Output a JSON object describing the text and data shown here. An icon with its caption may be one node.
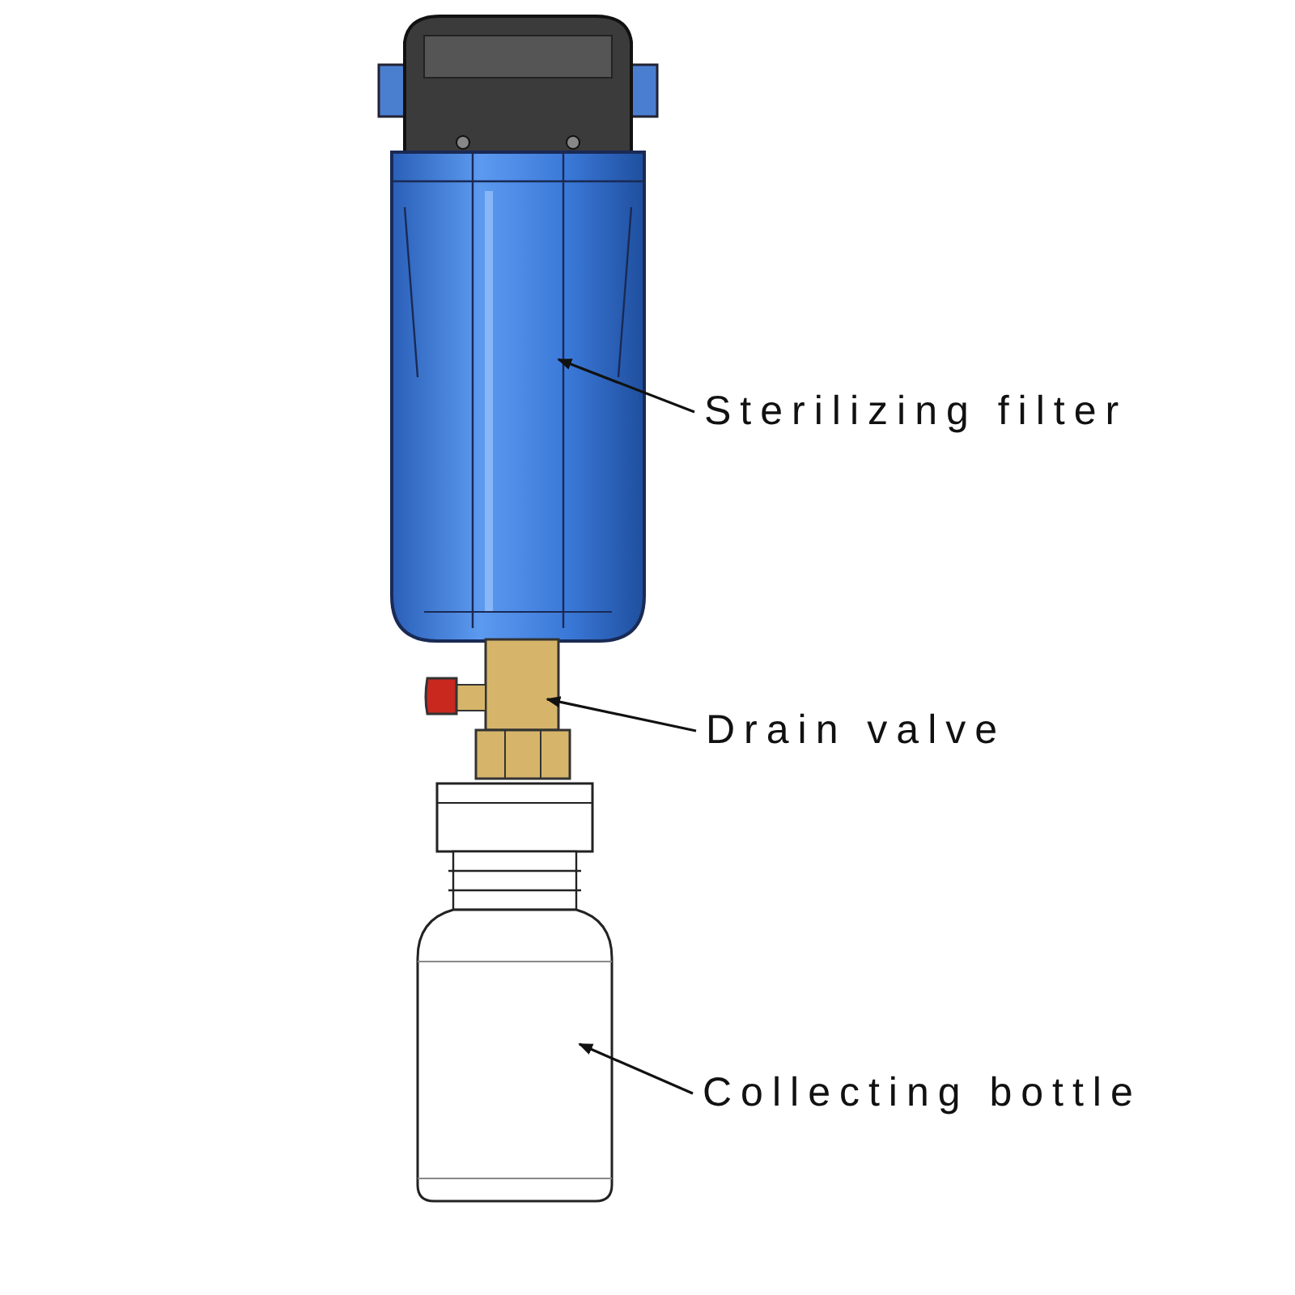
{
  "diagram": {
    "nodes": [
      {
        "text": [
          "Sterilizing filter"
        ]
      },
      {
        "text": [],
        "shape": "picture"
      },
      {
        "text": [
          "Drain valve"
        ]
      },
      {
        "text": [],
        "shape": "picture"
      },
      {
        "text": [
          "Collecting bottle"
        ]
      },
      {
        "text": [],
        "shape": "picture"
      }
    ],
    "edges": [
      {
        "from": 0,
        "to": 1,
        "arrow": "to"
      },
      {
        "from": 2,
        "to": 3,
        "arrow": "to"
      },
      {
        "from": 4,
        "to": 5,
        "arrow": "to"
      }
    ]
  }
}
